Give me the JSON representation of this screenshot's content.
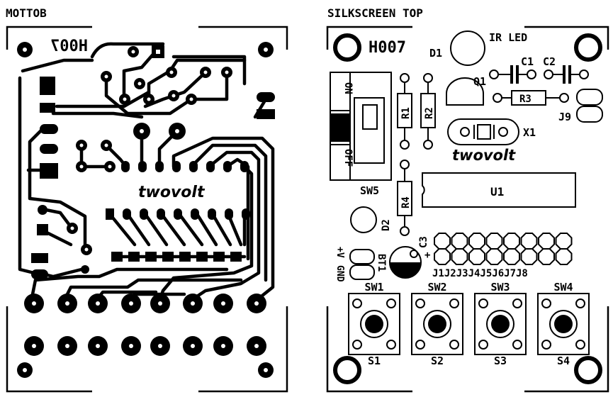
{
  "titles": {
    "bottom": "MOTTOB",
    "top": "SILKSCREEN TOP"
  },
  "bottom": {
    "code": "H007",
    "brand": "twovolt"
  },
  "top": {
    "code": "H007",
    "brand": "twovolt",
    "labels": {
      "d1": "D1",
      "ir_led": "IR LED",
      "q1": "Q1",
      "c1": "C1",
      "c2": "C2",
      "r1": "R1",
      "r2": "R2",
      "r3": "R3",
      "r4": "R4",
      "j9": "J9",
      "x1": "X1",
      "on": "ON",
      "off": "OFF",
      "sw5": "SW5",
      "u1": "U1",
      "d2": "D2",
      "c3": "C3",
      "bt1": "BT1",
      "plus_v": "+V",
      "gnd": "GND",
      "plus_sign": "+",
      "jumpers": "J1J2J3J4J5J6J7J8"
    },
    "switches": [
      "SW1",
      "SW2",
      "SW3",
      "SW4"
    ],
    "switch_refs": [
      "S1",
      "S2",
      "S3",
      "S4"
    ]
  }
}
